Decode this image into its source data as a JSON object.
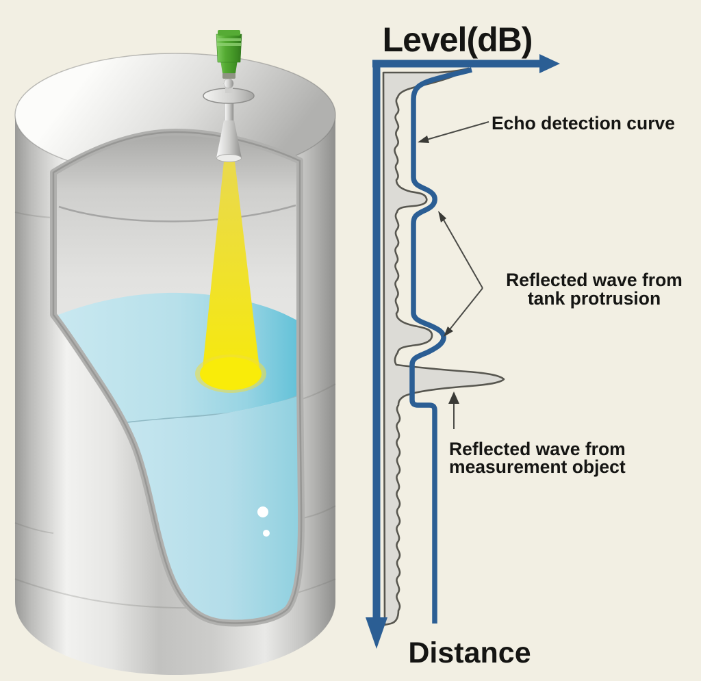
{
  "page": {
    "background_color": "#f2efe3"
  },
  "chart": {
    "level_axis_label": "Level(dB)",
    "distance_axis_label": "Distance",
    "axis_color": "#2b5e94",
    "signal_fill_color": "#dcdbd6",
    "signal_outline_color": "#57564f",
    "annotations": {
      "echo": {
        "label": "Echo detection curve"
      },
      "protrusion": {
        "line1": "Reflected wave from",
        "line2": "tank protrusion"
      },
      "object": {
        "line1": "Reflected wave from",
        "line2": "measurement object"
      }
    },
    "features": {
      "type": "echo-signal-envelope",
      "elements": [
        "raw echo signal (gray)",
        "echo detection curve (blue)",
        "two tank-protrusion bumps",
        "one measurement-object peak"
      ]
    }
  },
  "tank": {
    "description": "cutaway tank with radar level sensor",
    "colors": {
      "sensor_green": "#55ab33",
      "beam_yellow": "#f6e90e",
      "liquid_blue": "#aedbe8",
      "shell_silver": "#c9c9c7"
    }
  }
}
